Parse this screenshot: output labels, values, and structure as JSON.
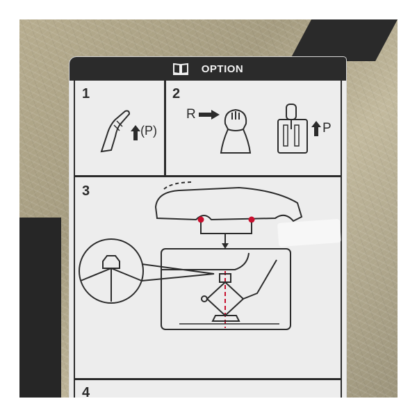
{
  "header": {
    "title": "OPTION",
    "icon": "open-book-icon"
  },
  "steps": [
    {
      "number": "1",
      "icon": "parking-brake-icon",
      "brake_symbol": "(P)"
    },
    {
      "number": "2",
      "manual_label": "R",
      "auto_label": "P"
    },
    {
      "number": "3"
    },
    {
      "number": "4"
    }
  ],
  "colors": {
    "sticker": "#ededed",
    "ink": "#2b2b2b",
    "jack_point": "#c8102e"
  }
}
